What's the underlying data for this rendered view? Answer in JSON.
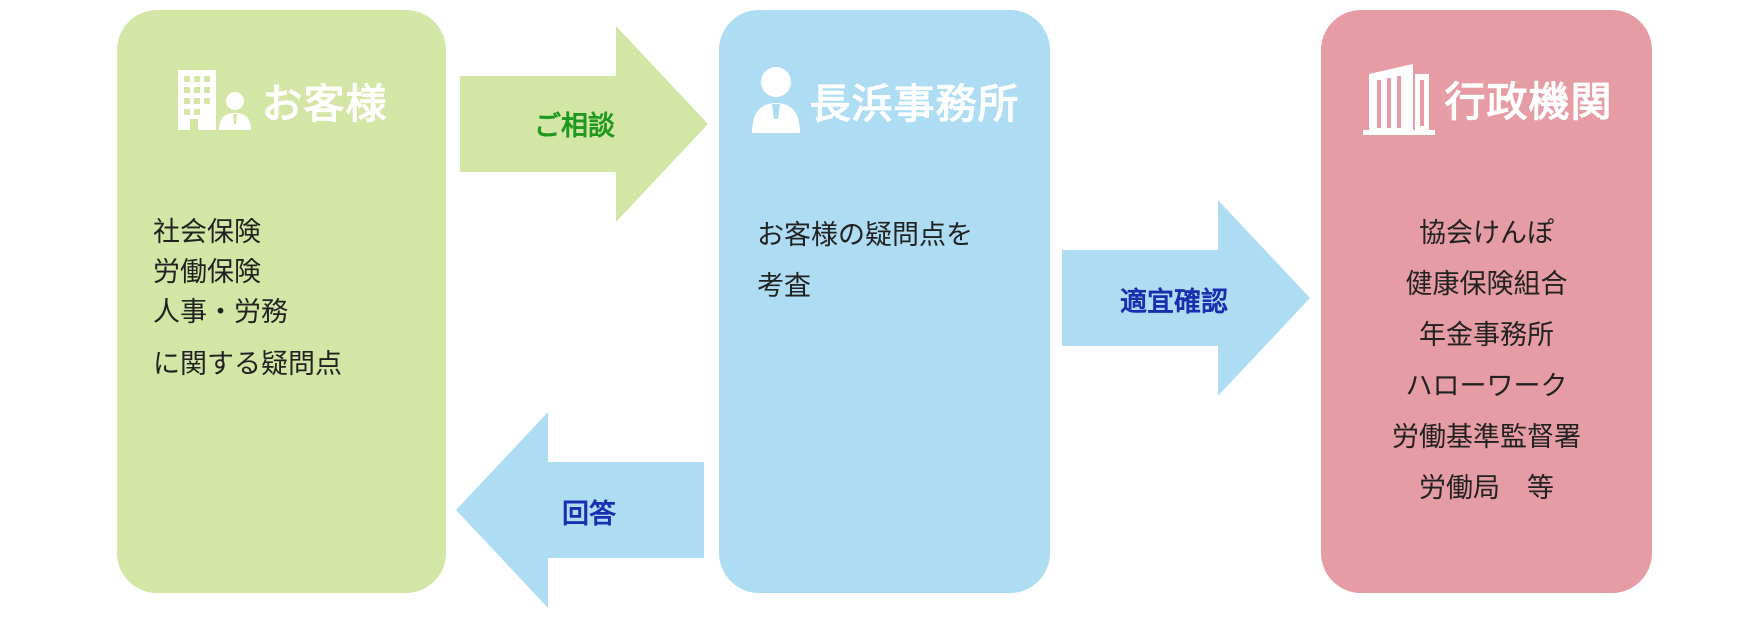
{
  "colors": {
    "customer_bg": "#d3e6a5",
    "office_bg": "#aedcf3",
    "gov_bg": "#e69ca5",
    "consult_label": "#1f9a1f",
    "blue_label": "#1a2fb0"
  },
  "customer": {
    "icon": "building-person-icon",
    "title": "お客様",
    "lines": [
      "社会保険",
      "労働保険",
      "人事・労務",
      "に関する疑問点"
    ]
  },
  "office": {
    "icon": "person-icon",
    "title": "長浜事務所",
    "lines": [
      "お客様の疑問点を",
      "考査"
    ]
  },
  "government": {
    "icon": "building-icon",
    "title": "行政機関",
    "lines": [
      "協会けんぽ",
      "健康保険組合",
      "年金事務所",
      "ハローワーク",
      "労働基準監督署",
      "労働局　等"
    ]
  },
  "arrows": {
    "consult": "ご相談",
    "confirm": "適宜確認",
    "answer": "回答"
  }
}
